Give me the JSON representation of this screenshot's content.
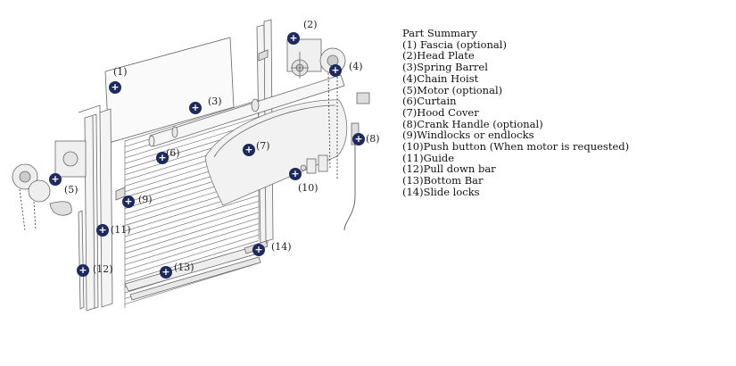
{
  "summary": {
    "title": "Part Summary",
    "items": [
      "(1) Fascia (optional)",
      "(2)Head Plate",
      "(3)Spring Barrel",
      "(4)Chain Hoist",
      "(5)Motor (optional)",
      "(6)Curtain",
      "(7)Hood Cover",
      "(8)Crank Handle (optional)",
      "(9)Windlocks or endlocks",
      "(10)Push button (When motor is requested)",
      "(11)Guide",
      "(12)Pull down bar",
      "(13)Bottom Bar",
      "(14)Slide locks"
    ]
  },
  "callouts": [
    "(1)",
    "(2)",
    "(3)",
    "(4)",
    "(5)",
    "(6)",
    "(7)",
    "(8)",
    "(9)",
    "(10)",
    "(11)",
    "(12)",
    "(13)",
    "(14)"
  ],
  "hotspot_icon": "plus-circle-icon",
  "colors": {
    "hotspot": "#1f2a5c",
    "line": "#555555"
  }
}
